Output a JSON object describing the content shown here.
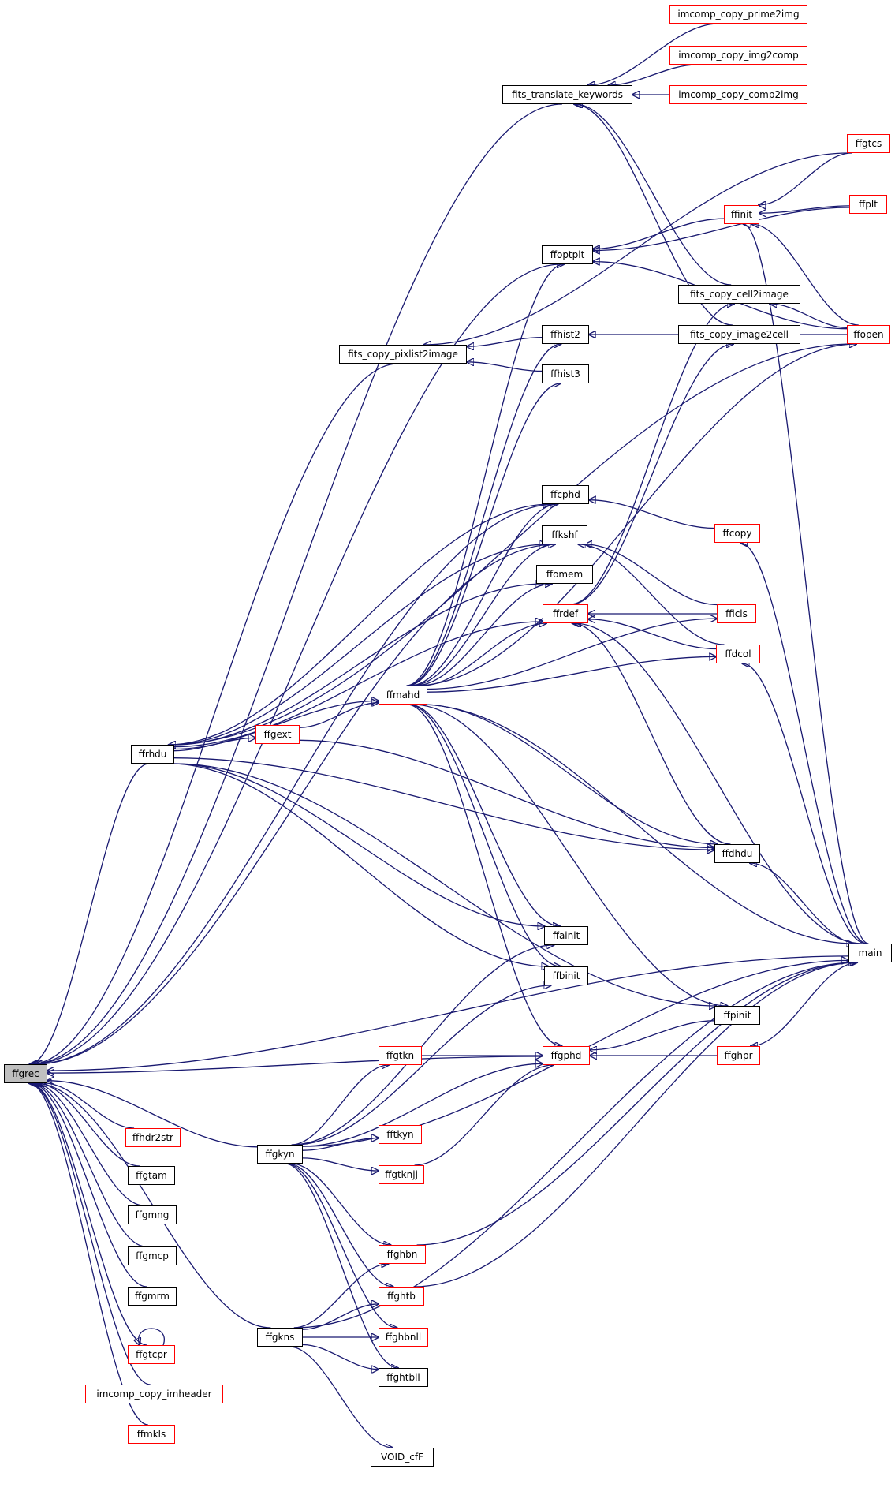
{
  "graph": {
    "edge_color": "#191970",
    "link_border_color": "#ff0000",
    "root_fill": "#bfbfbf",
    "root": "ffgrec",
    "nodes": [
      {
        "id": "imcomp_copy_prime2img",
        "label": "imcomp_copy_prime2img",
        "style": "red"
      },
      {
        "id": "imcomp_copy_img2comp",
        "label": "imcomp_copy_img2comp",
        "style": "red"
      },
      {
        "id": "fits_translate_keywords",
        "label": "fits_translate_keywords",
        "style": "black"
      },
      {
        "id": "imcomp_copy_comp2img",
        "label": "imcomp_copy_comp2img",
        "style": "red"
      },
      {
        "id": "ffgtcs",
        "label": "ffgtcs",
        "style": "red"
      },
      {
        "id": "ffinit",
        "label": "ffinit",
        "style": "red"
      },
      {
        "id": "ffplt",
        "label": "ffplt",
        "style": "red"
      },
      {
        "id": "ffoptplt",
        "label": "ffoptplt",
        "style": "black"
      },
      {
        "id": "fits_copy_cell2image",
        "label": "fits_copy_cell2image",
        "style": "black"
      },
      {
        "id": "ffhist2",
        "label": "ffhist2",
        "style": "black"
      },
      {
        "id": "fits_copy_image2cell",
        "label": "fits_copy_image2cell",
        "style": "black"
      },
      {
        "id": "ffopen",
        "label": "ffopen",
        "style": "red"
      },
      {
        "id": "fits_copy_pixlist2image",
        "label": "fits_copy_pixlist2image",
        "style": "black"
      },
      {
        "id": "ffhist3",
        "label": "ffhist3",
        "style": "black"
      },
      {
        "id": "ffcphd",
        "label": "ffcphd",
        "style": "black"
      },
      {
        "id": "ffcopy",
        "label": "ffcopy",
        "style": "red"
      },
      {
        "id": "ffkshf",
        "label": "ffkshf",
        "style": "black"
      },
      {
        "id": "ffomem",
        "label": "ffomem",
        "style": "black"
      },
      {
        "id": "ffrdef",
        "label": "ffrdef",
        "style": "red"
      },
      {
        "id": "fficls",
        "label": "fficls",
        "style": "red"
      },
      {
        "id": "ffdcol",
        "label": "ffdcol",
        "style": "red"
      },
      {
        "id": "ffmahd",
        "label": "ffmahd",
        "style": "red"
      },
      {
        "id": "ffgext",
        "label": "ffgext",
        "style": "red"
      },
      {
        "id": "ffrhdu",
        "label": "ffrhdu",
        "style": "black"
      },
      {
        "id": "ffdhdu",
        "label": "ffdhdu",
        "style": "black"
      },
      {
        "id": "ffainit",
        "label": "ffainit",
        "style": "black"
      },
      {
        "id": "main",
        "label": "main",
        "style": "black"
      },
      {
        "id": "ffbinit",
        "label": "ffbinit",
        "style": "black"
      },
      {
        "id": "ffpinit",
        "label": "ffpinit",
        "style": "black"
      },
      {
        "id": "ffgtkn",
        "label": "ffgtkn",
        "style": "red"
      },
      {
        "id": "ffgphd",
        "label": "ffgphd",
        "style": "red"
      },
      {
        "id": "ffghpr",
        "label": "ffghpr",
        "style": "red"
      },
      {
        "id": "ffgrec",
        "label": "ffgrec",
        "style": "root"
      },
      {
        "id": "ffhdr2str",
        "label": "ffhdr2str",
        "style": "red"
      },
      {
        "id": "fftkyn",
        "label": "fftkyn",
        "style": "red"
      },
      {
        "id": "ffgkyn",
        "label": "ffgkyn",
        "style": "black"
      },
      {
        "id": "ffgtam",
        "label": "ffgtam",
        "style": "black"
      },
      {
        "id": "ffgtknjj",
        "label": "ffgtknjj",
        "style": "red"
      },
      {
        "id": "ffgmng",
        "label": "ffgmng",
        "style": "black"
      },
      {
        "id": "ffghbn",
        "label": "ffghbn",
        "style": "red"
      },
      {
        "id": "ffgmcp",
        "label": "ffgmcp",
        "style": "black"
      },
      {
        "id": "ffghtb",
        "label": "ffghtb",
        "style": "red"
      },
      {
        "id": "ffgmrm",
        "label": "ffgmrm",
        "style": "black"
      },
      {
        "id": "ffgkns",
        "label": "ffgkns",
        "style": "black"
      },
      {
        "id": "ffghbnll",
        "label": "ffghbnll",
        "style": "red"
      },
      {
        "id": "ffgtcpr",
        "label": "ffgtcpr",
        "style": "red"
      },
      {
        "id": "ffghtbll",
        "label": "ffghtbll",
        "style": "black"
      },
      {
        "id": "imcomp_copy_imheader",
        "label": "imcomp_copy_imheader",
        "style": "red"
      },
      {
        "id": "ffmkls",
        "label": "ffmkls",
        "style": "red"
      },
      {
        "id": "VOID_cfF",
        "label": "VOID_cfF",
        "style": "black"
      }
    ],
    "edges": [
      [
        "fits_translate_keywords",
        "ffgrec"
      ],
      [
        "ffoptplt",
        "ffgrec"
      ],
      [
        "fits_copy_pixlist2image",
        "ffgrec"
      ],
      [
        "ffrhdu",
        "ffgrec"
      ],
      [
        "ffgkyn",
        "ffgrec"
      ],
      [
        "ffgkns",
        "ffgrec"
      ],
      [
        "ffgphd",
        "ffgrec"
      ],
      [
        "ffhdr2str",
        "ffgrec"
      ],
      [
        "ffgtam",
        "ffgrec"
      ],
      [
        "ffgmng",
        "ffgrec"
      ],
      [
        "ffgmcp",
        "ffgrec"
      ],
      [
        "ffgmrm",
        "ffgrec"
      ],
      [
        "ffgtcpr",
        "ffgrec"
      ],
      [
        "imcomp_copy_imheader",
        "ffgrec"
      ],
      [
        "ffmkls",
        "ffgrec"
      ],
      [
        "main",
        "ffgrec"
      ],
      [
        "ffcphd",
        "ffgrec"
      ],
      [
        "ffkshf",
        "ffgrec"
      ],
      [
        "imcomp_copy_prime2img",
        "fits_translate_keywords"
      ],
      [
        "imcomp_copy_img2comp",
        "fits_translate_keywords"
      ],
      [
        "imcomp_copy_comp2img",
        "fits_translate_keywords"
      ],
      [
        "fits_copy_cell2image",
        "fits_translate_keywords"
      ],
      [
        "fits_copy_image2cell",
        "fits_translate_keywords"
      ],
      [
        "ffgtcs",
        "ffinit"
      ],
      [
        "ffplt",
        "ffinit"
      ],
      [
        "ffopen",
        "ffinit"
      ],
      [
        "main",
        "ffinit"
      ],
      [
        "ffinit",
        "ffoptplt"
      ],
      [
        "ffopen",
        "ffoptplt"
      ],
      [
        "ffplt",
        "ffoptplt"
      ],
      [
        "ffopen",
        "fits_copy_cell2image"
      ],
      [
        "ffhist2",
        "fits_copy_pixlist2image"
      ],
      [
        "ffhist3",
        "fits_copy_pixlist2image"
      ],
      [
        "ffgtcs",
        "fits_copy_pixlist2image"
      ],
      [
        "ffopen",
        "ffhist2"
      ],
      [
        "ffopen",
        "ffrhdu"
      ],
      [
        "ffcopy",
        "ffcphd"
      ],
      [
        "main",
        "ffcopy"
      ],
      [
        "fficls",
        "ffkshf"
      ],
      [
        "ffdcol",
        "ffkshf"
      ],
      [
        "fficls",
        "ffrdef"
      ],
      [
        "ffdcol",
        "ffrdef"
      ],
      [
        "ffdhdu",
        "ffrdef"
      ],
      [
        "main",
        "ffrdef"
      ],
      [
        "ffrdef",
        "fits_copy_cell2image"
      ],
      [
        "ffrdef",
        "fits_copy_image2cell"
      ],
      [
        "main",
        "ffdcol"
      ],
      [
        "main",
        "ffdhdu"
      ],
      [
        "ffmahd",
        "ffoptplt"
      ],
      [
        "ffmahd",
        "ffhist2"
      ],
      [
        "ffmahd",
        "ffhist3"
      ],
      [
        "ffmahd",
        "ffcphd"
      ],
      [
        "ffmahd",
        "ffkshf"
      ],
      [
        "ffmahd",
        "ffomem"
      ],
      [
        "ffmahd",
        "ffrdef"
      ],
      [
        "ffmahd",
        "fficls"
      ],
      [
        "ffmahd",
        "ffdcol"
      ],
      [
        "ffmahd",
        "ffdhdu"
      ],
      [
        "ffmahd",
        "ffainit"
      ],
      [
        "ffmahd",
        "ffbinit"
      ],
      [
        "ffmahd",
        "ffpinit"
      ],
      [
        "ffmahd",
        "ffgphd"
      ],
      [
        "ffmahd",
        "main"
      ],
      [
        "ffmahd",
        "ffopen"
      ],
      [
        "ffgext",
        "ffmahd"
      ],
      [
        "ffgext",
        "ffdhdu"
      ],
      [
        "ffrhdu",
        "ffgext"
      ],
      [
        "ffrhdu",
        "ffmahd"
      ],
      [
        "ffrhdu",
        "ffcphd"
      ],
      [
        "ffrhdu",
        "ffkshf"
      ],
      [
        "ffrhdu",
        "ffomem"
      ],
      [
        "ffrhdu",
        "ffrdef"
      ],
      [
        "ffrhdu",
        "ffdhdu"
      ],
      [
        "ffrhdu",
        "ffainit"
      ],
      [
        "ffrhdu",
        "ffbinit"
      ],
      [
        "ffrhdu",
        "ffpinit"
      ],
      [
        "ffpinit",
        "ffgphd"
      ],
      [
        "ffghpr",
        "ffgphd"
      ],
      [
        "main",
        "ffghpr"
      ],
      [
        "ffgtkn",
        "ffgphd"
      ],
      [
        "ffgtknjj",
        "ffgphd"
      ],
      [
        "ffgkyn",
        "ffainit"
      ],
      [
        "ffgkyn",
        "ffbinit"
      ],
      [
        "ffgkyn",
        "ffgtkn"
      ],
      [
        "ffgkyn",
        "ffgphd"
      ],
      [
        "ffgkyn",
        "fftkyn"
      ],
      [
        "ffgkyn",
        "ffgtknjj"
      ],
      [
        "ffgkyn",
        "ffghbn"
      ],
      [
        "ffgkyn",
        "ffghtb"
      ],
      [
        "ffgkyn",
        "ffghbnll"
      ],
      [
        "ffgkyn",
        "ffghtbll"
      ],
      [
        "ffgkyn",
        "main"
      ],
      [
        "ffghbn",
        "main"
      ],
      [
        "ffghtb",
        "main"
      ],
      [
        "ffgkns",
        "ffghbn"
      ],
      [
        "ffgkns",
        "ffghtb"
      ],
      [
        "ffgkns",
        "ffghbnll"
      ],
      [
        "ffgkns",
        "ffghtbll"
      ],
      [
        "ffgkns",
        "VOID_cfF"
      ],
      [
        "ffgkns",
        "main"
      ],
      [
        "ffgtcpr",
        "ffgtcpr"
      ]
    ]
  }
}
